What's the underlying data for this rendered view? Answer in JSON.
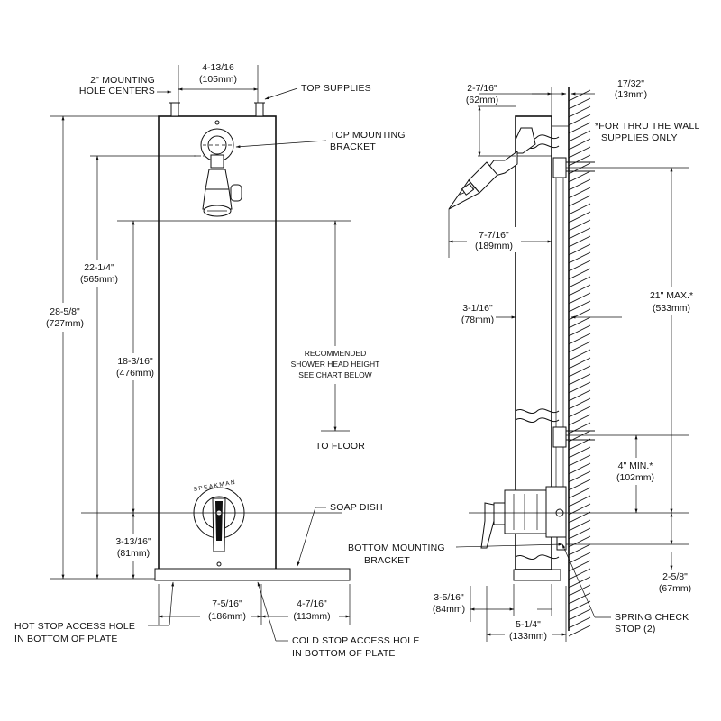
{
  "front_view": {
    "mounting_hole_centers": "2\" MOUNTING\nHOLE CENTERS",
    "top_width_in": "4-13/16",
    "top_width_mm": "(105mm)",
    "top_supplies": "TOP SUPPLIES",
    "top_mounting_bracket_1": "TOP MOUNTING",
    "top_mounting_bracket_2": "BRACKET",
    "overall_height_in": "28-5/8\"",
    "overall_height_mm": "(727mm)",
    "bracket_to_plate_in": "22-1/4\"",
    "bracket_to_plate_mm": "(565mm)",
    "head_to_valve_in": "18-3/16\"",
    "head_to_valve_mm": "(476mm)",
    "valve_to_plate_in": "3-13/16\"",
    "valve_to_plate_mm": "(81mm)",
    "recommended_1": "RECOMMENDED",
    "recommended_2": "SHOWER HEAD HEIGHT",
    "recommended_3": "SEE CHART BELOW",
    "to_floor": "TO FLOOR",
    "soap_dish": "SOAP DISH",
    "brand": "SPEAKMAN",
    "plate_left_in": "7-5/16\"",
    "plate_left_mm": "(186mm)",
    "plate_right_in": "4-7/16\"",
    "plate_right_mm": "(113mm)",
    "hot_stop_1": "HOT STOP ACCESS HOLE",
    "hot_stop_2": "IN BOTTOM OF PLATE",
    "cold_stop_1": "COLD STOP ACCESS HOLE",
    "cold_stop_2": "IN BOTTOM OF PLATE"
  },
  "side_view": {
    "top_offset_in": "2-7/16\"",
    "top_offset_mm": "(62mm)",
    "wall_offset_in": "17/32\"",
    "wall_offset_mm": "(13mm)",
    "thru_wall_1": "*FOR THRU THE WALL",
    "thru_wall_2": "SUPPLIES ONLY",
    "head_projection_in": "7-7/16\"",
    "head_projection_mm": "(189mm)",
    "body_depth_in": "3-1/16\"",
    "body_depth_mm": "(78mm)",
    "supply_spacing_in": "21\" MAX.*",
    "supply_spacing_mm": "(533mm)",
    "min_in": "4\" MIN.*",
    "min_mm": "(102mm)",
    "bottom_bracket_1": "BOTTOM MOUNTING",
    "bottom_bracket_2": "BRACKET",
    "bottom_offset_in": "2-5/8\"",
    "bottom_offset_mm": "(67mm)",
    "plate_depth_in": "3-5/16\"",
    "plate_depth_mm": "(84mm)",
    "spring_check_1": "SPRING CHECK",
    "spring_check_2": "STOP (2)",
    "overall_depth_in": "5-1/4\"",
    "overall_depth_mm": "(133mm)"
  }
}
